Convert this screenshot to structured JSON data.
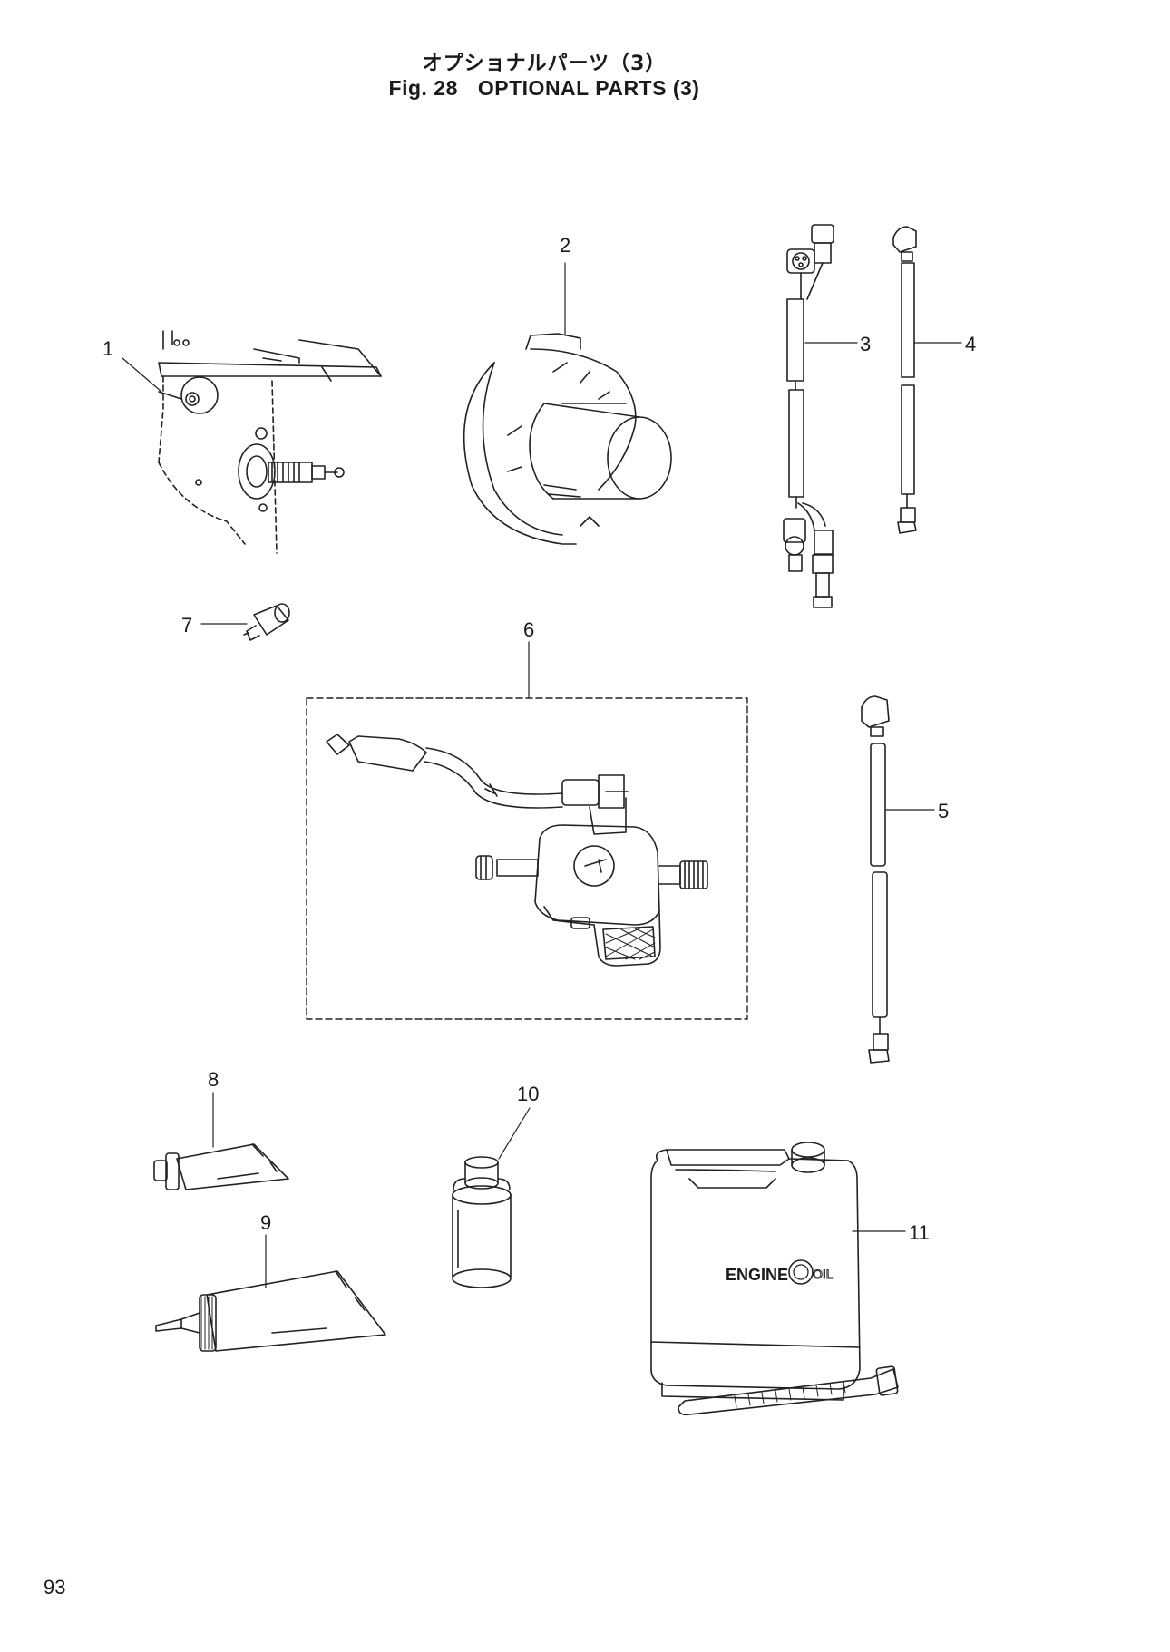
{
  "header": {
    "title_jp": "オプショナルパーツ（3）",
    "fig_label": "Fig. 28",
    "title_en": "OPTIONAL PARTS (3)"
  },
  "callouts": {
    "c1": "1",
    "c2": "2",
    "c3": "3",
    "c4": "4",
    "c5": "5",
    "c6": "6",
    "c7": "7",
    "c8": "8",
    "c9": "9",
    "c10": "10",
    "c11": "11"
  },
  "parts": {
    "oil_can_label": "ENGINE",
    "oil_can_label_suffix": "OIL"
  },
  "footer": {
    "page_number": "93"
  }
}
